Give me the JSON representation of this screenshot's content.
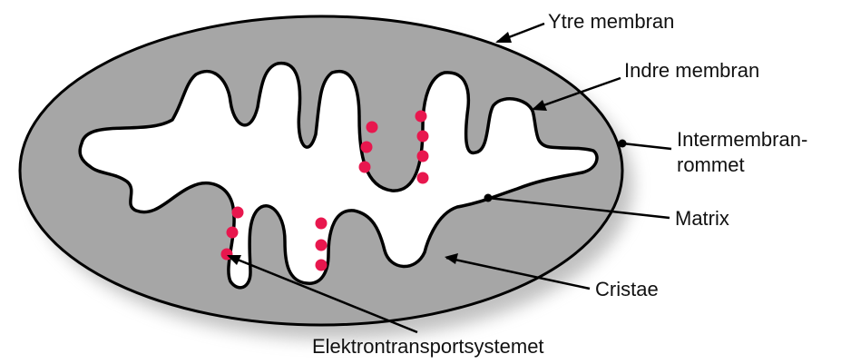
{
  "diagram": {
    "labels": {
      "outer_membrane": "Ytre membran",
      "inner_membrane": "Indre membran",
      "intermembrane_line1": "Intermembran-",
      "intermembrane_line2": "rommet",
      "matrix": "Matrix",
      "cristae": "Cristae",
      "etc": "Elektrontransportsystemet"
    },
    "colors": {
      "intermembrane_fill": "#a6a6a6",
      "matrix_fill": "#ffffff",
      "membrane_stroke": "#000000",
      "etc_protein": "#e8174e"
    }
  }
}
